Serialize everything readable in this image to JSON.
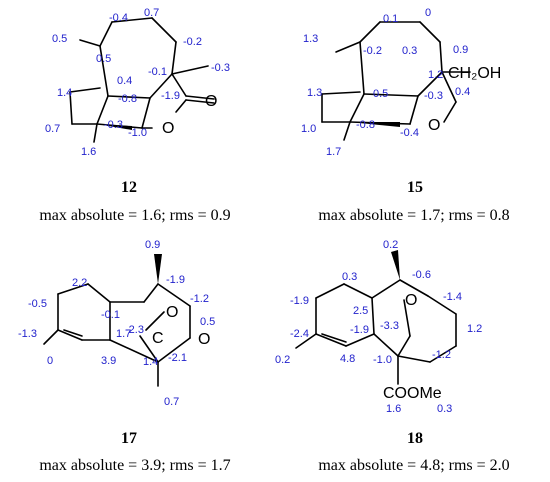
{
  "compounds": [
    {
      "id": "12",
      "caption": "max absolute = 1.6; rms = 0.9",
      "atoms": [
        "O",
        "O"
      ],
      "values": [
        "0.5",
        "-0.4",
        "0.7",
        "-0.2",
        "0.5",
        "-0.1",
        "-0.3",
        "1.4",
        "0.4",
        "-0.8",
        "-1.9",
        "0.7",
        "-0.3",
        "-1.0",
        "1.6"
      ]
    },
    {
      "id": "15",
      "caption": "max absolute = 1.7; rms = 0.8",
      "atoms": [
        "CH₂OH",
        "O"
      ],
      "values": [
        "1.3",
        "0.1",
        "0",
        "-0.2",
        "0.3",
        "0.9",
        "1.2",
        "1.3",
        "0.5",
        "-0.3",
        "0.4",
        "1.0",
        "-0.8",
        "-0.4",
        "1.7"
      ]
    },
    {
      "id": "17",
      "caption": "max absolute = 3.9; rms = 1.7",
      "atoms": [
        "O",
        "C",
        "O"
      ],
      "values": [
        "0.9",
        "2.2",
        "-1.9",
        "-0.5",
        "-1.2",
        "-0.1",
        "0.5",
        "-2.3",
        "-1.3",
        "1.7",
        "-2.1",
        "0",
        "3.9",
        "1.4",
        "0.7"
      ]
    },
    {
      "id": "18",
      "caption": "max absolute = 4.8; rms = 2.0",
      "atoms": [
        "O",
        "COOMe"
      ],
      "values": [
        "0.2",
        "0.3",
        "-0.6",
        "-1.9",
        "-1.4",
        "2.5",
        "-2.4",
        "-1.9",
        "-3.3",
        "1.2",
        "0.2",
        "4.8",
        "-1.0",
        "-1.2",
        "1.6",
        "0.3"
      ]
    }
  ]
}
